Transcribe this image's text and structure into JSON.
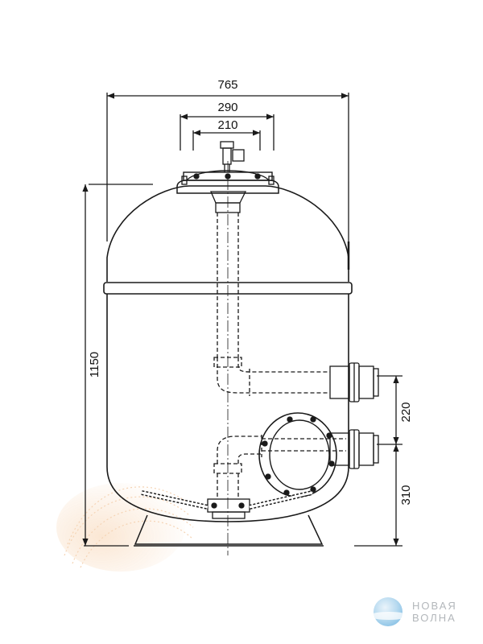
{
  "dimensions": {
    "overall_width": "765",
    "flange_outer": "290",
    "flange_inner": "210",
    "height": "1150",
    "port_spacing": "220",
    "lower_port_height": "310"
  },
  "logo": {
    "line1": "НОВАЯ",
    "line2": "ВОЛНА"
  },
  "colors": {
    "line": "#1a1a1a",
    "watermark": "#f2c49a",
    "logo_text": "#b3b7bb",
    "logo_blue": "#6fb4e0"
  }
}
